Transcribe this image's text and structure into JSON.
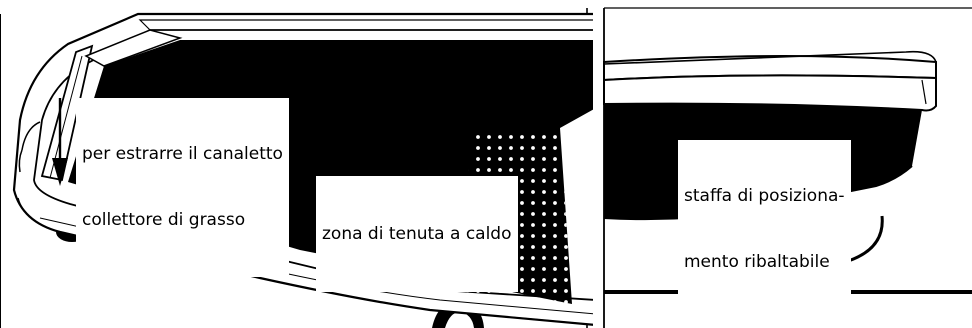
{
  "left_panel": {
    "labels": {
      "grease_tray": [
        "per estrarre il canaletto",
        "collettore di grasso"
      ],
      "keep_warm_zone": "zona di tenuta a caldo"
    }
  },
  "right_panel": {
    "labels": {
      "stand": [
        "staffa di posiziona-",
        "mento ribaltabile"
      ]
    }
  }
}
